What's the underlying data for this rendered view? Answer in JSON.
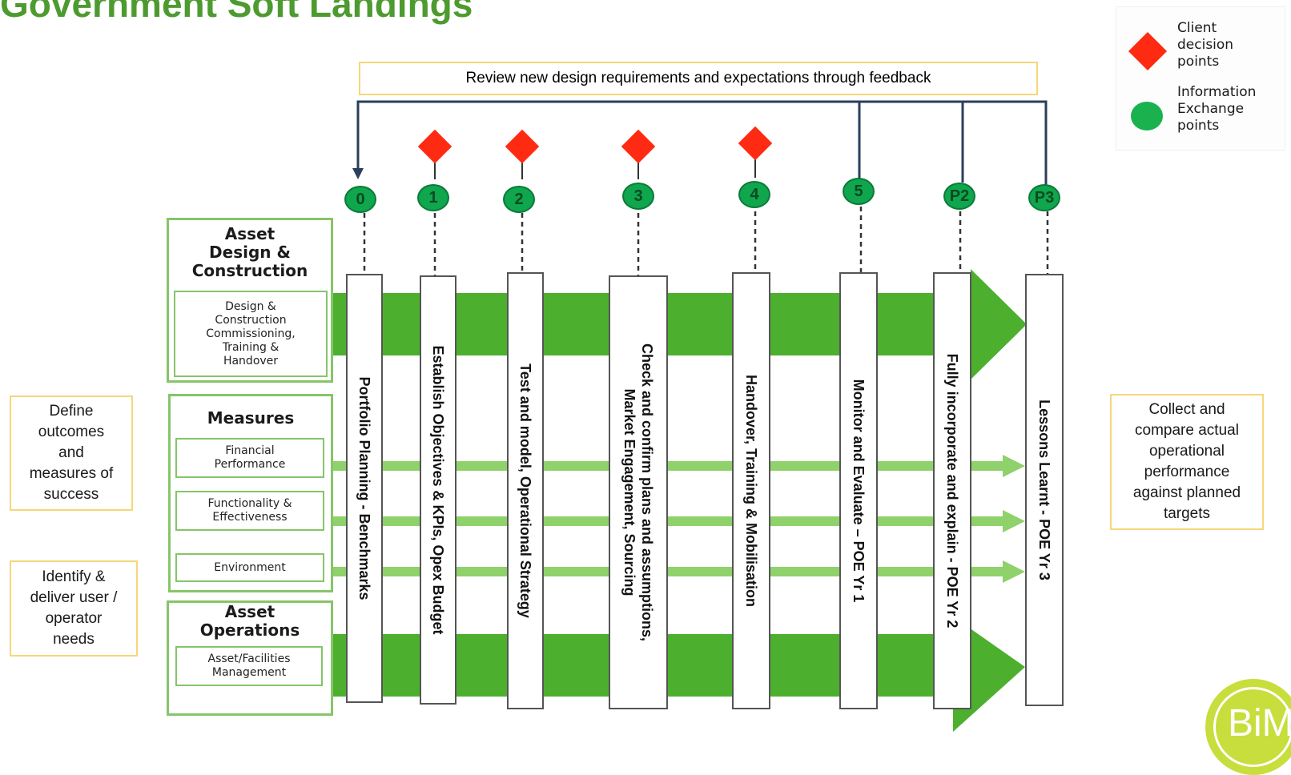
{
  "title": "Government Soft Landings",
  "legend": {
    "client_decision": "Client\ndecision\npoints",
    "info_exchange": "Information\nExchange\npoints",
    "diamond_color": "#ff2a12",
    "circle_color": "#1ab14f"
  },
  "feedback": {
    "label": "Review new design requirements and expectations through feedback"
  },
  "stages": [
    {
      "marker": "0",
      "label": "Portfolio Planning - Benchmarks",
      "decision": false
    },
    {
      "marker": "1",
      "label": "Establish Objectives & KPIs, Opex Budget",
      "decision": true
    },
    {
      "marker": "2",
      "label": "Test and model, Operational Strategy",
      "decision": true
    },
    {
      "marker": "3",
      "label": "Check and confirm plans and assumptions,\nMarket Engagement, Sourcing",
      "decision": true
    },
    {
      "marker": "4",
      "label": "Handover, Training & Mobilisation",
      "decision": true
    },
    {
      "marker": "5",
      "label": "Monitor and Evaluate – POE Yr 1",
      "decision": false
    },
    {
      "marker": "P2",
      "label": "Fully incorporate and explain - POE Yr 2",
      "decision": false
    },
    {
      "marker": "P3",
      "label": "Lessons Learnt - POE Yr 3",
      "decision": false
    }
  ],
  "groups": {
    "asset_design": {
      "title": "Asset\nDesign &\nConstruction",
      "sub": "Design &\nConstruction\nCommissioning,\nTraining &\nHandover"
    },
    "measures": {
      "title": "Measures",
      "subs": [
        "Financial\nPerformance",
        "Functionality &\nEffectiveness",
        "Environment"
      ]
    },
    "asset_operations": {
      "title": "Asset\nOperations",
      "sub": "Asset/Facilities\nManagement"
    }
  },
  "side_left": [
    "Define\noutcomes\nand\nmeasures of\nsuccess",
    "Identify &\ndeliver user /\noperator\nneeds"
  ],
  "side_right": "Collect and\ncompare actual\noperational\nperformance\nagainst planned\ntargets",
  "logo_text": "BiM",
  "colors": {
    "title": "#4d9b30",
    "band_dark": "#4caf2e",
    "band_light": "#8fd16a",
    "box_border": "#86c56a",
    "side_border": "#f5d77a",
    "line": "#2b3f5c"
  }
}
